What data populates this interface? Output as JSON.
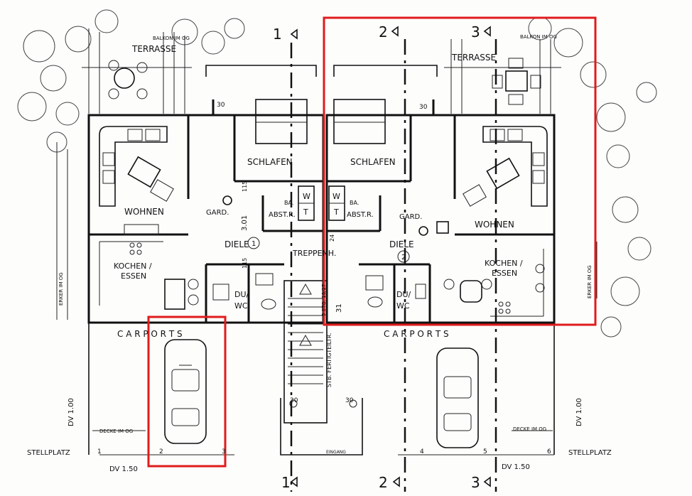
{
  "labels": {
    "terrasse_left": "TERRASSE",
    "terrasse_right": "TERRASSE",
    "balkon_left": "BALKON IM OG",
    "balkon_right": "BALKON IM OG",
    "schlafen_left": "SCHLAFEN",
    "schlafen_right": "SCHLAFEN",
    "wohnen_left": "WOHNEN",
    "wohnen_right": "WOHNEN",
    "kochen_left_1": "KOCHEN /",
    "kochen_left_2": "ESSEN",
    "kochen_right_1": "KOCHEN /",
    "kochen_right_2": "ESSEN",
    "diele_left": "DIELE",
    "diele_right": "DIELE",
    "diele_left_num": "1",
    "diele_right_num": "2",
    "gard_left": "GARD.",
    "gard_right": "GARD.",
    "abstr_left": "ABST.R.",
    "abstr_right": "ABST.R.",
    "ba_left": "BA.",
    "ba_right": "BA.",
    "w_left": "W",
    "t_left": "T",
    "w_right": "W",
    "t_right": "T",
    "du_left": "DU/",
    "wc_left": "WC",
    "du_right": "DU/",
    "wc_right": "WC",
    "treppenh": "TREPPENH.",
    "carports_left": "C A R P O R T S",
    "carports_right": "C A R P O R T S",
    "stellplatz_left": "STELLPLATZ",
    "stellplatz_right": "STELLPLATZ",
    "decke_left": "DECKE IM OG",
    "decke_right": "DECKE IM OG",
    "erker_left": "ERKER IM OG",
    "erker_right": "ERKER IM OG",
    "eingang": "EINGANG",
    "stb": "STB. FERTIGTEILTR.",
    "stb_dims": "5 STG. 18/27",
    "dv1": "DV 1.00",
    "dv1_right": "DV 1.00",
    "dv150_left": "DV 1.50",
    "dv150_right": "DV 1.50",
    "dim_301": "3.01",
    "dim_115a": "115",
    "dim_115b": "115",
    "dim_24": "24",
    "dim_31": "31",
    "dim_30_a": "30",
    "dim_30_b": "30",
    "dim_30_c": "30",
    "dim_30_d": "30",
    "sec_1_top": "1",
    "sec_2_top": "2",
    "sec_3_top": "3",
    "sec_1_bottom": "1",
    "sec_2_bottom": "2",
    "sec_3_bottom": "3",
    "stall_1": "1",
    "stall_2": "2",
    "stall_3": "3",
    "stall_4": "4",
    "stall_5": "5",
    "stall_6": "6"
  },
  "colors": {
    "ink": "#111111",
    "paper": "#fdfdfc",
    "highlight": "#e01b1b"
  },
  "highlights": [
    "unit-2-apartment",
    "carport-stall-2"
  ]
}
